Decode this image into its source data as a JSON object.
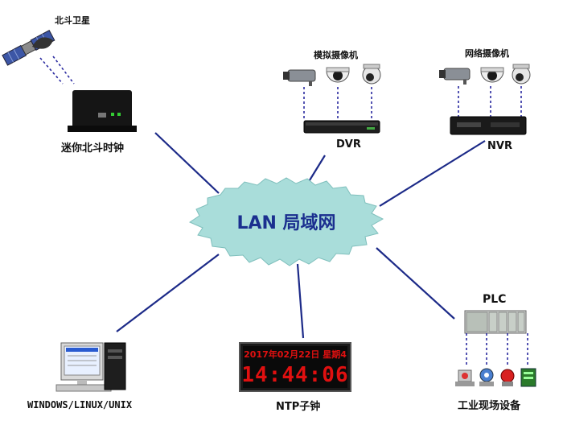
{
  "hub": {
    "label": "LAN 局域网"
  },
  "nodes": {
    "satellite": {
      "label": "北斗卫星",
      "icon": "satellite-icon"
    },
    "mini_clock": {
      "label": "迷你北斗时钟",
      "icon": "time-server-box-icon"
    },
    "analog_cams": {
      "label": "模拟摄像机",
      "icon": "camera-icon"
    },
    "dvr": {
      "label": "DVR",
      "icon": "dvr-recorder-icon"
    },
    "network_cams": {
      "label": "网络摄像机",
      "icon": "camera-icon"
    },
    "nvr": {
      "label": "NVR",
      "icon": "nvr-recorder-icon"
    },
    "computer": {
      "label": "WINDOWS/LINUX/UNIX",
      "icon": "desktop-computer-icon"
    },
    "ntp_clock": {
      "label": "NTP子钟",
      "date_line": "2017年02月22日 星期4",
      "time": "14:44:06",
      "icon": "led-clock-icon"
    },
    "plc": {
      "label": "PLC",
      "icon": "plc-rack-icon"
    },
    "industrial": {
      "label": "工业现场设备",
      "icon": "industrial-devices-icon"
    }
  },
  "colors": {
    "cloud_fill": "#a9ddda",
    "cloud_text": "#1b2f8f",
    "link_line": "#1c2a88",
    "dashed_line": "#2a2aa0",
    "led_red": "#e01010"
  }
}
